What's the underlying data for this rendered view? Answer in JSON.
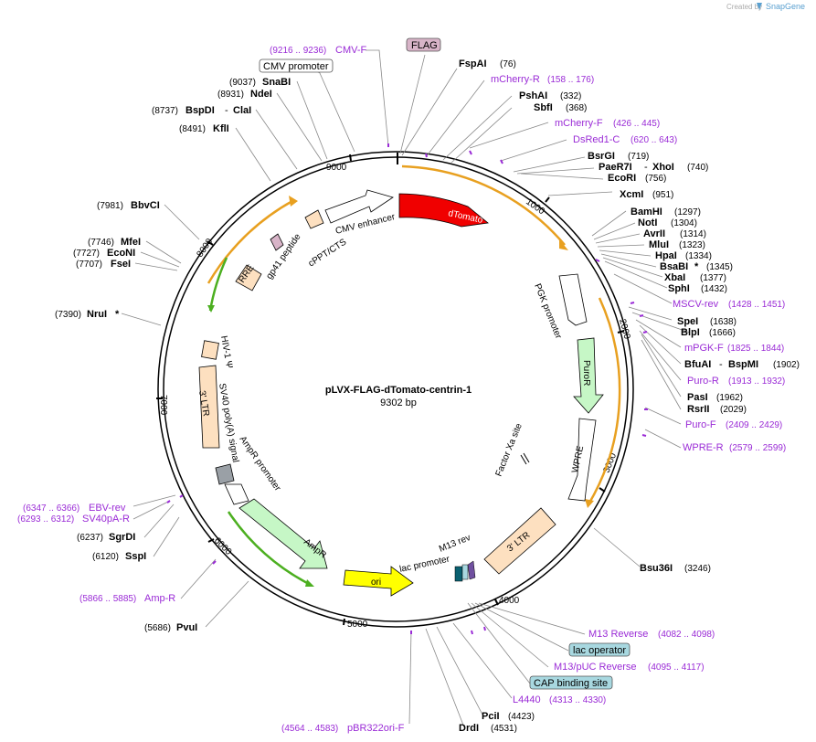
{
  "watermark": {
    "text": "Created by",
    "brand": "SnapGene"
  },
  "plasmid": {
    "name": "pLVX-FLAG-dTomato-centrin-1",
    "length": "9302 bp"
  },
  "ticks": [
    "1000",
    "2000",
    "3000",
    "4000",
    "5000",
    "6000",
    "7000",
    "8000",
    "9000"
  ],
  "features": {
    "dtomato": "dTomato",
    "pgk": "PGK promoter",
    "puror": "PuroR",
    "wpre": "WPRE",
    "factorxa": "Factor Xa site",
    "ltr3": "3' LTR",
    "ltr3b": "3' LTR",
    "m13rev": "M13 rev",
    "lacpromoter": "lac promoter",
    "ori": "ori",
    "ampr": "AmpR",
    "amprpromoter": "AmpR promoter",
    "sv40": "SV40 poly(A) signal",
    "hiv1": "HIV-1 Ψ",
    "rre": "RRE",
    "gp41": "gp41 peptide",
    "cppt": "cPPT/CTS",
    "cmvenh": "CMV enhancer",
    "cap": "CAP",
    "lacop": "lac operator"
  },
  "labels": {
    "cmvf": {
      "name": "CMV-F",
      "range": "(9216 .. 9236)"
    },
    "flag": "FLAG",
    "cmvpromoter": "CMV promoter",
    "fspai": {
      "name": "FspAI",
      "pos": "(76)"
    },
    "mcherryr": {
      "name": "mCherry-R",
      "range": "(158 .. 176)"
    },
    "pshai": {
      "name": "PshAI",
      "pos": "(332)"
    },
    "sbfi": {
      "name": "SbfI",
      "pos": "(368)"
    },
    "mcherryf": {
      "name": "mCherry-F",
      "range": "(426 .. 445)"
    },
    "dsred1c": {
      "name": "DsRed1-C",
      "range": "(620 .. 643)"
    },
    "bsrgi": {
      "name": "BsrGI",
      "pos": "(719)"
    },
    "paer7i": {
      "name": "PaeR7I",
      "name2": "XhoI",
      "pos": "(740)"
    },
    "ecori": {
      "name": "EcoRI",
      "pos": "(756)"
    },
    "xcmi": {
      "name": "XcmI",
      "pos": "(951)"
    },
    "bamhi": {
      "name": "BamHI",
      "pos": "(1297)"
    },
    "noti": {
      "name": "NotI",
      "pos": "(1304)"
    },
    "avrii": {
      "name": "AvrII",
      "pos": "(1314)"
    },
    "mlui": {
      "name": "MluI",
      "pos": "(1323)"
    },
    "hpai": {
      "name": "HpaI",
      "pos": "(1334)"
    },
    "bsabi": {
      "name": "BsaBI",
      "star": "*",
      "pos": "(1345)"
    },
    "xbai": {
      "name": "XbaI",
      "pos": "(1377)"
    },
    "sphi": {
      "name": "SphI",
      "pos": "(1432)"
    },
    "mscvrev": {
      "name": "MSCV-rev",
      "range": "(1428 .. 1451)"
    },
    "spei": {
      "name": "SpeI",
      "pos": "(1638)"
    },
    "blpi": {
      "name": "BlpI",
      "pos": "(1666)"
    },
    "mpgkf": {
      "name": "mPGK-F",
      "range": "(1825 .. 1844)"
    },
    "bfuai": {
      "name": "BfuAI",
      "name2": "BspMI",
      "pos": "(1902)"
    },
    "puror": {
      "name": "Puro-R",
      "range": "(1913 .. 1932)"
    },
    "pasi": {
      "name": "PasI",
      "pos": "(1962)"
    },
    "rsrii": {
      "name": "RsrII",
      "pos": "(2029)"
    },
    "purof": {
      "name": "Puro-F",
      "range": "(2409 .. 2429)"
    },
    "wprer": {
      "name": "WPRE-R",
      "range": "(2579 .. 2599)"
    },
    "bsu36i": {
      "name": "Bsu36I",
      "pos": "(3246)"
    },
    "m13reverse": {
      "name": "M13 Reverse",
      "range": "(4082 .. 4098)"
    },
    "lacoperator": "lac operator",
    "m13pucreverse": {
      "name": "M13/pUC Reverse",
      "range": "(4095 .. 4117)"
    },
    "capsite": "CAP binding site",
    "l4440": {
      "name": "L4440",
      "range": "(4313 .. 4330)"
    },
    "pcii": {
      "name": "PciI",
      "pos": "(4423)"
    },
    "drdi": {
      "name": "DrdI",
      "pos": "(4531)"
    },
    "pbr322": {
      "name": "pBR322ori-F",
      "range": "(4564 .. 4583)"
    },
    "pvui": {
      "name": "PvuI",
      "pos": "(5686)"
    },
    "ampr": {
      "name": "Amp-R",
      "range": "(5866 .. 5885)"
    },
    "sspi": {
      "name": "SspI",
      "pos": "(6120)"
    },
    "sgrdi": {
      "name": "SgrDI",
      "pos": "(6237)"
    },
    "sv40par": {
      "name": "SV40pA-R",
      "range": "(6293 .. 6312)"
    },
    "ebvrev": {
      "name": "EBV-rev",
      "range": "(6347 .. 6366)"
    },
    "nrui": {
      "name": "NruI",
      "star": "*",
      "pos": "(7390)"
    },
    "fsei": {
      "name": "FseI",
      "pos": "(7707)"
    },
    "econi": {
      "name": "EcoNI",
      "pos": "(7727)"
    },
    "mfei": {
      "name": "MfeI",
      "pos": "(7746)"
    },
    "bbvci": {
      "name": "BbvCI",
      "pos": "(7981)"
    },
    "kfli": {
      "name": "KflI",
      "pos": "(8491)"
    },
    "bspdi": {
      "name": "BspDI",
      "name2": "ClaI",
      "pos": "(8737)"
    },
    "ndei": {
      "name": "NdeI",
      "pos": "(8931)"
    },
    "snabi": {
      "name": "SnaBI",
      "pos": "(9037)"
    }
  },
  "colors": {
    "primer": "#9a2bd6",
    "dtomato": "#f00000",
    "green": "#c6f7c6",
    "peach": "#fde0c0",
    "ori": "#ffff00",
    "orange": "#e8a020",
    "gray": "#9aa0a6",
    "blue": "#a8d8e0",
    "pink": "#d8b4c8"
  }
}
